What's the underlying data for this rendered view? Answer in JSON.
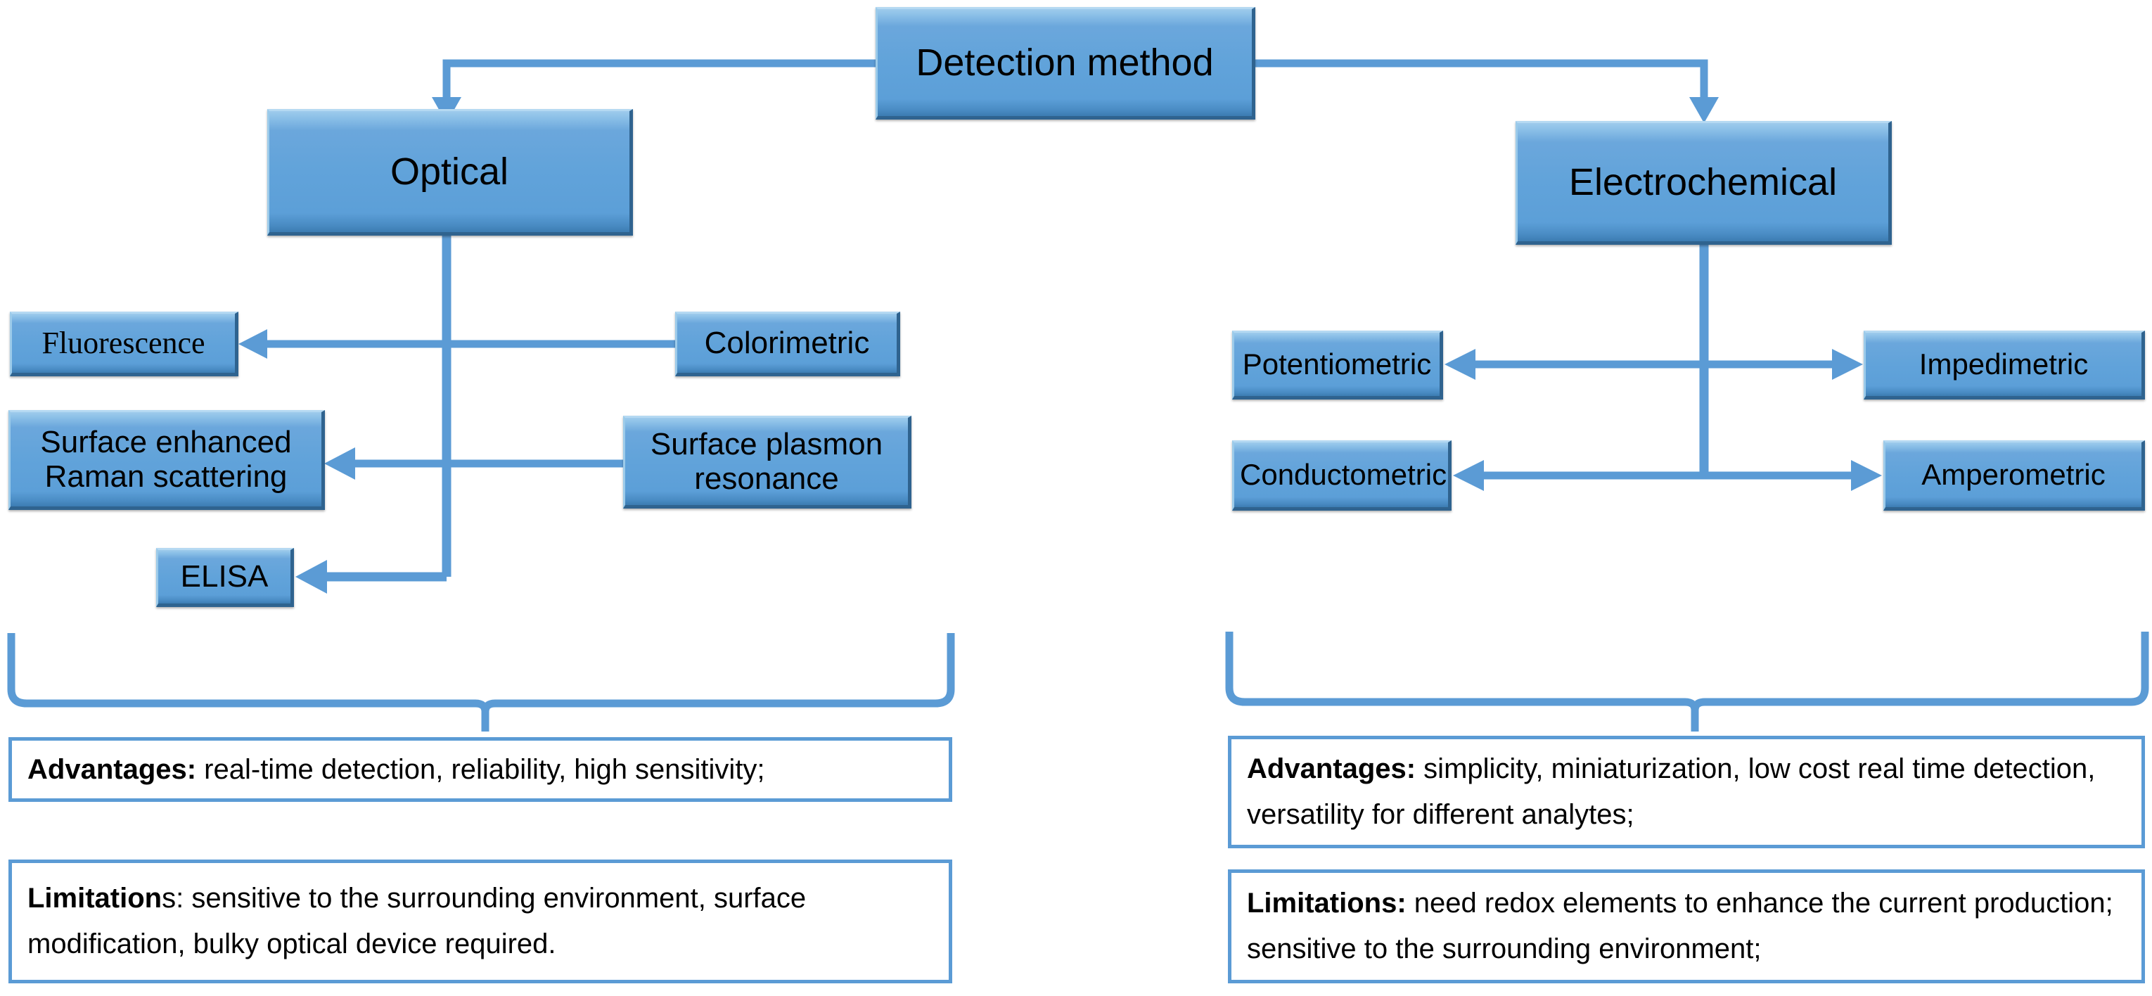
{
  "diagram": {
    "title": "Detection method",
    "root": {
      "label": "Detection method"
    },
    "branches": [
      {
        "key": "optical",
        "label": "Optical",
        "methods": [
          {
            "label": "Fluorescence"
          },
          {
            "label": "Colorimetric"
          },
          {
            "label": "Surface enhanced\nRaman scattering"
          },
          {
            "label": "Surface plasmon\nresonance"
          },
          {
            "label": "ELISA"
          }
        ],
        "advantages": {
          "heading": "Advantages:",
          "heading_bold": "Advantages:",
          "body": " real-time detection, reliability, high sensitivity;",
          "full": "Advantages: real-time detection, reliability, high sensitivity;"
        },
        "limitations": {
          "heading_bold": "Limitation",
          "heading_rest": "s:",
          "body": " sensitive to the surrounding environment, surface modification, bulky optical device required.",
          "full": "Limitations: sensitive to the surrounding environment, surface modification, bulky optical device required."
        }
      },
      {
        "key": "electrochemical",
        "label": "Electrochemical",
        "methods": [
          {
            "label": "Potentiometric"
          },
          {
            "label": "Impedimetric"
          },
          {
            "label": "Conductometric"
          },
          {
            "label": "Amperometric"
          }
        ],
        "advantages": {
          "heading_bold": "Advantages:",
          "body": " simplicity, miniaturization, low cost real time detection, versatility for different analytes;",
          "full": "Advantages: simplicity, miniaturization, low cost real time detection, versatility for different analytes;"
        },
        "limitations": {
          "heading_bold": "Limitations:",
          "heading_rest": "",
          "body": " need redox elements to enhance the  current production; sensitive to the surrounding environment;",
          "full": "Limitations: need redox elements to enhance the  current production; sensitive to the surrounding environment;"
        }
      }
    ],
    "nodes": {
      "root": "Detection method",
      "optical": "Optical",
      "electrochemical": "Electrochemical",
      "fluorescence": "Fluorescence",
      "colorimetric": "Colorimetric",
      "sers_line1": "Surface enhanced",
      "sers_line2": "Raman scattering",
      "spr_line1": "Surface plasmon",
      "spr_line2": "resonance",
      "elisa": "ELISA",
      "potentiometric": "Potentiometric",
      "impedimetric": "Impedimetric",
      "conductometric": "Conductometric",
      "amperometric": "Amperometric"
    },
    "panels": {
      "optical_advantages_bold": "Advantages:",
      "optical_advantages_text": " real-time detection, reliability, high sensitivity;",
      "optical_limitations_bold": "Limitation",
      "optical_limitations_text": "s: sensitive to the surrounding environment, surface modification, bulky optical device required.",
      "electro_advantages_bold": "Advantages:",
      "electro_advantages_text": " simplicity, miniaturization, low cost real time detection, versatility for different analytes;",
      "electro_limitations_bold": "Limitations:",
      "electro_limitations_text": " need redox elements to enhance the  current production; sensitive to the surrounding environment;"
    },
    "colors": {
      "node_fill": "#5b9bd5",
      "node_fill_light": "#9ecbec",
      "node_border_dark": "#2f638f",
      "connector": "#5b9bd5",
      "panel_border": "#5b9bd5",
      "text": "#000000",
      "background": "#ffffff"
    }
  }
}
